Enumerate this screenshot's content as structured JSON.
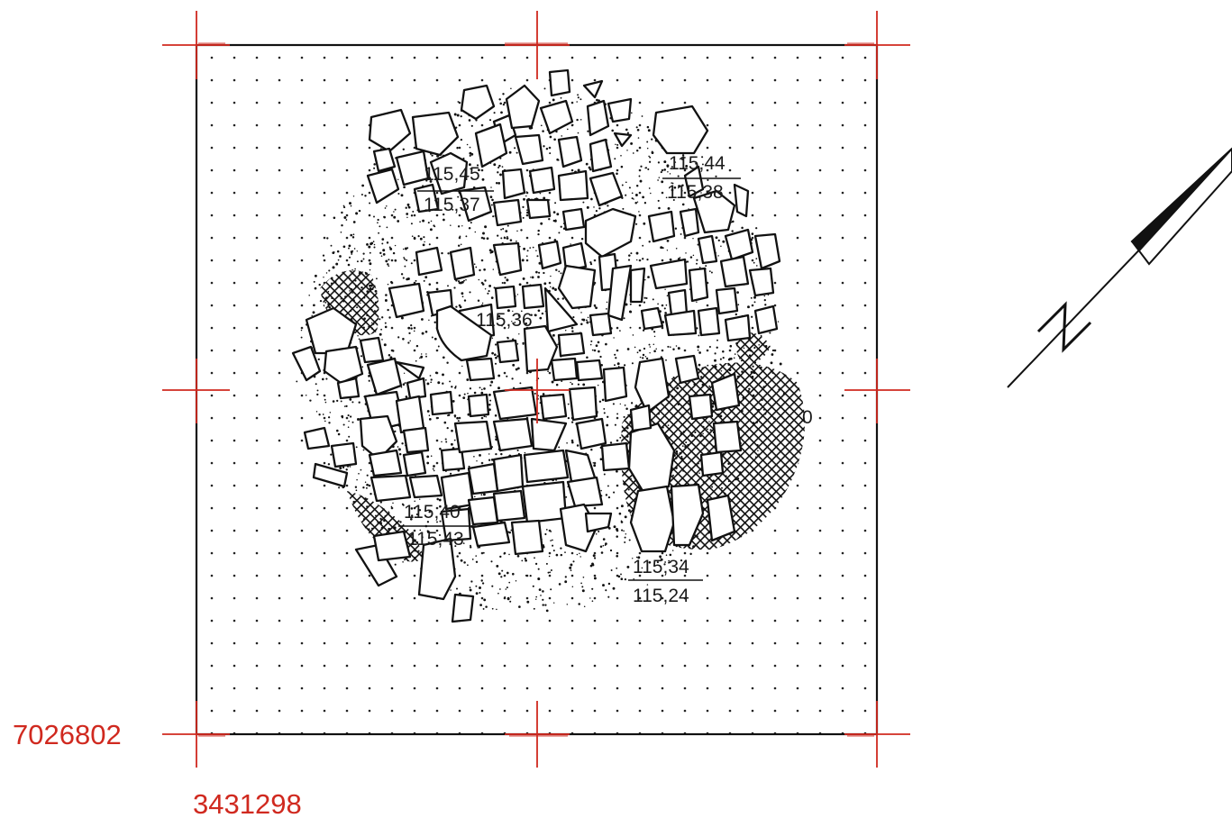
{
  "coordinates": {
    "northing": "7026802",
    "easting": "3431298"
  },
  "elevations": [
    {
      "top": "115,45",
      "bottom": "115,37"
    },
    {
      "top": "115,44",
      "bottom": "115,38"
    },
    {
      "single": "115,36"
    },
    {
      "single": "0"
    },
    {
      "top": "115,40",
      "bottom": "115,43"
    },
    {
      "top": "115,34",
      "bottom": "115,24"
    }
  ],
  "north_arrow": {
    "letter": "N"
  },
  "colors": {
    "grid_cross": "#d0291f",
    "ink": "#111111",
    "coordinate_text": "#d0291f"
  }
}
